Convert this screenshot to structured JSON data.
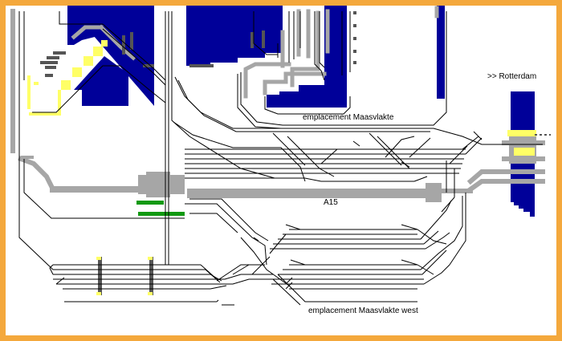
{
  "labels": {
    "rotterdam": ">> Rotterdam",
    "maasvlakte": "emplacement Maasvlakte",
    "a15": "A15",
    "maasvlakte_west": "emplacement Maasvlakte west"
  },
  "colors": {
    "frame": "#f4a83c",
    "background": "#ffffff",
    "track": "#000000",
    "road": "#a6a6a6",
    "water": "#000099",
    "signal_yellow": "#ffff66",
    "signal_green": "#119911",
    "structure": "#555555"
  }
}
